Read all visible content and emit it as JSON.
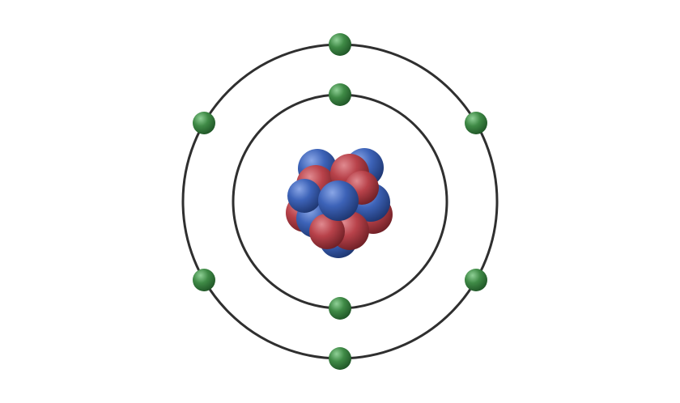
{
  "diagram": {
    "kind": "bohr-atom-model",
    "colors": {
      "background": "#ffffff",
      "orbit": "#2f2f2f",
      "electron": "#3f8a46",
      "electron_dark": "#1f5426",
      "proton": "#b8424a",
      "proton_dark": "#6e1f25",
      "neutron": "#3d63b8",
      "neutron_dark": "#1d356f"
    },
    "shells": [
      {
        "id": "inner-shell",
        "electron_count": 2
      },
      {
        "id": "outer-shell",
        "electron_count": 6
      }
    ],
    "nucleus": {
      "protons": 7,
      "neutrons": 7
    }
  }
}
